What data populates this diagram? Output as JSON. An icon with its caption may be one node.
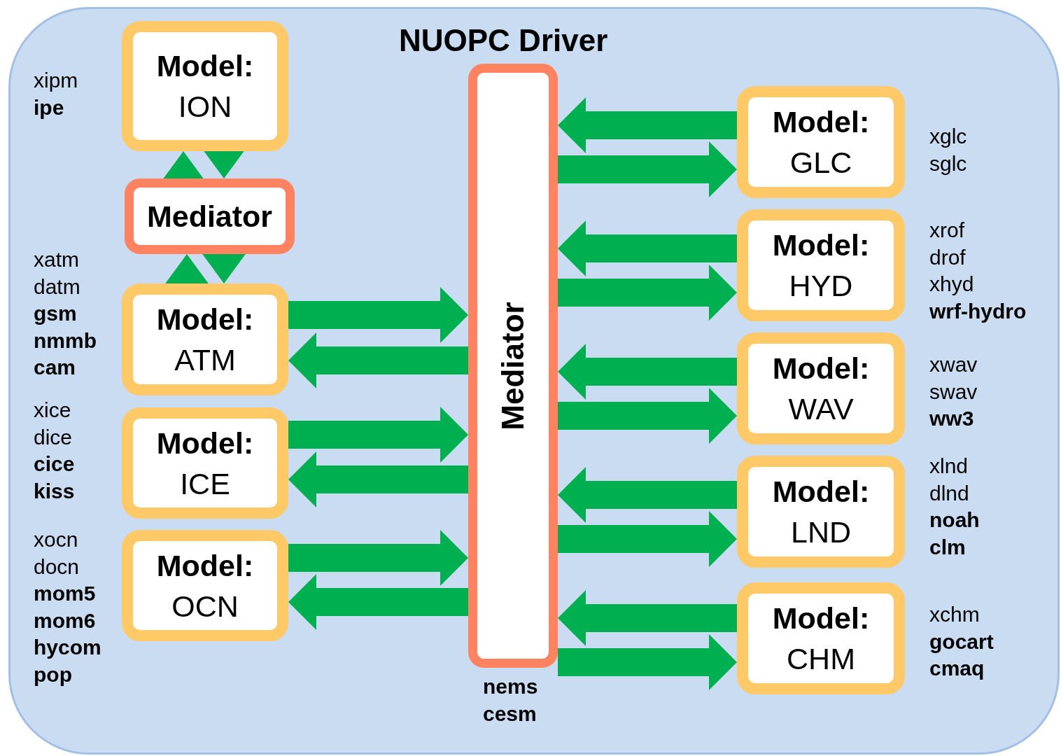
{
  "diagram": {
    "nodes": [
      {
        "text": [
          "NUOPC Driver"
        ]
      },
      {
        "text": [
          "**Model:** ION"
        ],
        "in": 0,
        "beside": [
          "xipm",
          "ipe"
        ]
      },
      {
        "text": [
          "Mediator"
        ],
        "in": 0
      },
      {
        "text": [
          "**Model:** ATM"
        ],
        "in": 0,
        "beside": [
          "xatm",
          "datm",
          "gsm",
          "nmmb",
          "cam"
        ]
      },
      {
        "text": [
          "**Model:** ICE"
        ],
        "in": 0,
        "beside": [
          "xice",
          "dice",
          "cice",
          "kiss"
        ]
      },
      {
        "text": [
          "**Model:** OCN"
        ],
        "in": 0,
        "beside": [
          "xocn",
          "docn",
          "mom5",
          "mom6",
          "hycom",
          "pop"
        ]
      },
      {
        "text": [
          "Mediator"
        ],
        "in": 0,
        "beside": [
          "nems",
          "cesm"
        ]
      },
      {
        "text": [
          "**Model:** GLC"
        ],
        "in": 0,
        "beside": [
          "xglc",
          "sglc"
        ]
      },
      {
        "text": [
          "**Model:** HYD"
        ],
        "in": 0,
        "beside": [
          "xrof",
          "drof",
          "xhyd",
          "wrf-hydro"
        ]
      },
      {
        "text": [
          "**Model:** WAV"
        ],
        "in": 0,
        "beside": [
          "xwav",
          "swav",
          "ww3"
        ]
      },
      {
        "text": [
          "**Model:** LND"
        ],
        "in": 0,
        "beside": [
          "xlnd",
          "dlnd",
          "noah",
          "clm"
        ]
      },
      {
        "text": [
          "**Model:** CHM"
        ],
        "in": 0,
        "beside": [
          "xchm",
          "gocart",
          "cmaq"
        ]
      }
    ],
    "edges": [
      {
        "from": 2,
        "to": 1,
        "arrow": "to"
      },
      {
        "from": 1,
        "to": 2,
        "arrow": "to"
      },
      {
        "from": 3,
        "to": 2,
        "arrow": "to"
      },
      {
        "from": 2,
        "to": 3,
        "arrow": "to"
      },
      {
        "from": 3,
        "to": 6,
        "arrow": "to"
      },
      {
        "from": 6,
        "to": 3,
        "arrow": "to"
      },
      {
        "from": 4,
        "to": 6,
        "arrow": "to"
      },
      {
        "from": 6,
        "to": 4,
        "arrow": "to"
      },
      {
        "from": 5,
        "to": 6,
        "arrow": "to"
      },
      {
        "from": 6,
        "to": 5,
        "arrow": "to"
      },
      {
        "from": 7,
        "to": 6,
        "arrow": "to"
      },
      {
        "from": 6,
        "to": 7,
        "arrow": "to"
      },
      {
        "from": 8,
        "to": 6,
        "arrow": "to"
      },
      {
        "from": 6,
        "to": 8,
        "arrow": "to"
      },
      {
        "from": 9,
        "to": 6,
        "arrow": "to"
      },
      {
        "from": 6,
        "to": 9,
        "arrow": "to"
      },
      {
        "from": 10,
        "to": 6,
        "arrow": "to"
      },
      {
        "from": 6,
        "to": 10,
        "arrow": "to"
      },
      {
        "from": 11,
        "to": 6,
        "arrow": "to"
      },
      {
        "from": 6,
        "to": 11,
        "arrow": "to"
      }
    ]
  }
}
